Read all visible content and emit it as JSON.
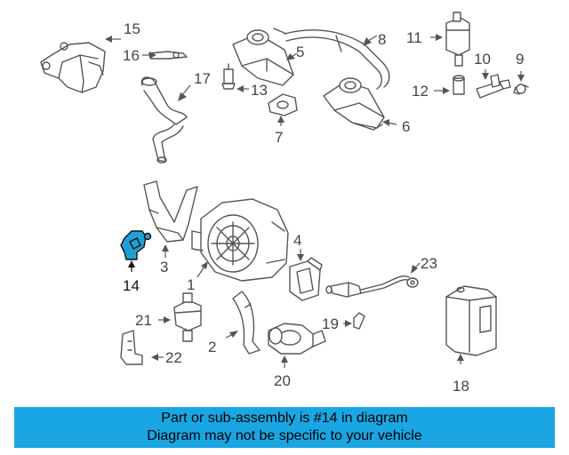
{
  "callouts": {
    "c1": "1",
    "c2": "2",
    "c3": "3",
    "c4": "4",
    "c5": "5",
    "c6": "6",
    "c7": "7",
    "c8": "8",
    "c9": "9",
    "c10": "10",
    "c11": "11",
    "c12": "12",
    "c13": "13",
    "c14": "14",
    "c15": "15",
    "c16": "16",
    "c17": "17",
    "c18": "18",
    "c19": "19",
    "c20": "20",
    "c21": "21",
    "c22": "22",
    "c23": "23"
  },
  "highlighted_part": "14",
  "colors": {
    "highlight_fill": "#1f9fd6",
    "banner_background": "#1aa6e2",
    "line": "#555555"
  },
  "banner": {
    "line1": "Part or sub-assembly is #14 in diagram",
    "line2": "Diagram may not be specific to your vehicle"
  }
}
